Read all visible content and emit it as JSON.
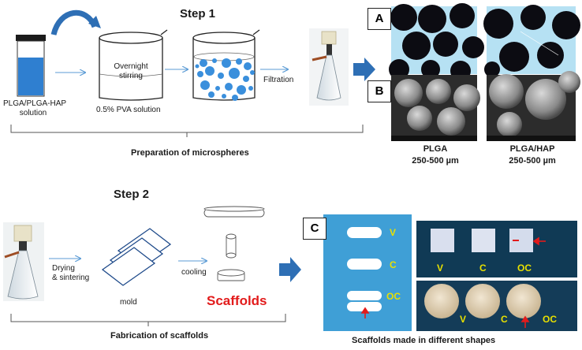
{
  "step1": {
    "title": "Step 1",
    "vial_label": "PLGA/PLGA-HAP\nsolution",
    "stirring_label": "Overnight\nstirring",
    "pva_label": "0.5% PVA solution",
    "filtration_label": "Filtration",
    "caption": "Preparation of microspheres"
  },
  "panels": {
    "a": "A",
    "b": "B",
    "c": "C",
    "plga_label": "PLGA",
    "plga_size": "250-500 µm",
    "plgahap_label": "PLGA/HAP",
    "plgahap_size": "250-500 µm"
  },
  "step2": {
    "title": "Step 2",
    "drying_label": "Drying\n& sintering",
    "cooling_label": "cooling",
    "mold_label": "mold",
    "scaffolds_label": "Scaffolds",
    "caption": "Fabrication of scaffolds"
  },
  "panel_c": {
    "v": "V",
    "c": "C",
    "oc": "OC",
    "caption": "Scaffolds made in different shapes"
  },
  "colors": {
    "arrow": "#5b9bd5",
    "big_arrow": "#2e6fb5",
    "solution": "#2f7fd0",
    "bead": "#3a8fdc",
    "label_red": "#e21b1b",
    "label_yellow": "#e8e000",
    "tray_blue": "#3f9fd6"
  }
}
